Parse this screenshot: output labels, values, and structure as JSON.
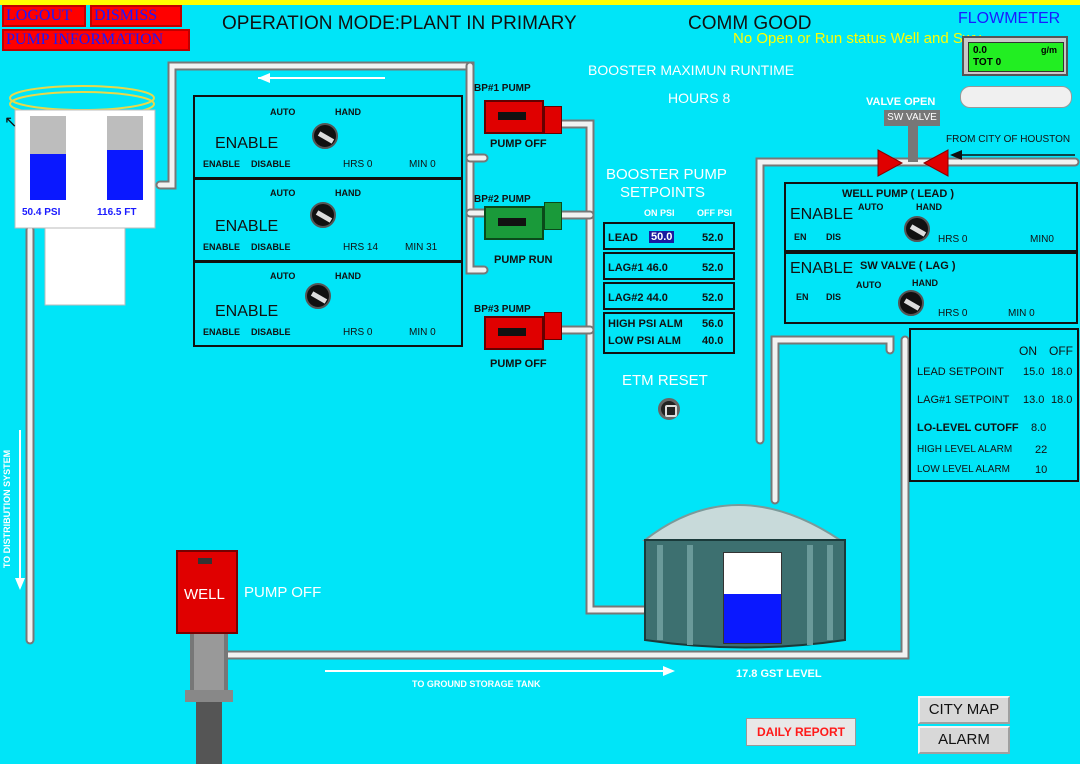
{
  "header": {
    "logout": "LOGOUT",
    "dismiss": "DISMISS",
    "pump_info": "PUMP INFORMATION",
    "operation_mode": "OPERATION MODE:PLANT IN PRIMARY",
    "comm": "COMM GOOD",
    "status_msg": "No Open or Run status Well and Swv",
    "flowmeter_title": "FLOWMETER"
  },
  "flowmeter": {
    "rate": "0.0",
    "unit": "g/m",
    "tot": "TOT 0"
  },
  "booster": {
    "max_runtime": "BOOSTER MAXIMUN RUNTIME",
    "hours": "HOURS 8"
  },
  "valve": {
    "open_label": "VALVE OPEN",
    "sw_valve": "SW VALVE",
    "from_city": "FROM CITY OF HOUSTON"
  },
  "gauge": {
    "psi": "50.4 PSI",
    "ft": "116.5 FT",
    "psi_level": 0.55,
    "ft_level": 0.6
  },
  "pumps": [
    {
      "auto": "AUTO",
      "hand": "HAND",
      "enable": "ENABLE",
      "en": "ENABLE",
      "dis": "DISABLE",
      "hrs": "HRS 0",
      "min": "MIN 0",
      "tag": "BP#1 PUMP",
      "state": "PUMP OFF"
    },
    {
      "auto": "AUTO",
      "hand": "HAND",
      "enable": "ENABLE",
      "en": "ENABLE",
      "dis": "DISABLE",
      "hrs": "HRS 14",
      "min": "MIN 31",
      "tag": "BP#2 PUMP",
      "state": "PUMP RUN"
    },
    {
      "auto": "AUTO",
      "hand": "HAND",
      "enable": "ENABLE",
      "en": "ENABLE",
      "dis": "DISABLE",
      "hrs": "HRS 0",
      "min": "MIN 0",
      "tag": "BP#3 PUMP",
      "state": "PUMP OFF"
    }
  ],
  "setpoints": {
    "title1": "BOOSTER PUMP",
    "title2": "SETPOINTS",
    "on_psi": "ON PSI",
    "off_psi": "OFF PSI",
    "rows": [
      {
        "label": "LEAD",
        "on": "50.0",
        "off": "52.0"
      },
      {
        "label": "LAG#1 46.0",
        "on": "",
        "off": "52.0"
      },
      {
        "label": "LAG#2 44.0",
        "on": "",
        "off": "52.0"
      },
      {
        "label": "HIGH PSI ALM",
        "on": "",
        "off": "56.0"
      },
      {
        "label": "LOW PSI ALM",
        "on": "",
        "off": "40.0"
      }
    ],
    "etm_reset": "ETM RESET"
  },
  "well_panel": {
    "lead_title": "WELL PUMP ( LEAD )",
    "lead_enable": "ENABLE",
    "lead_auto": "AUTO",
    "lead_hand": "HAND",
    "lead_en": "EN",
    "lead_dis": "DIS",
    "lead_hrs": "HRS 0",
    "lead_min": "MIN0",
    "lag_enable": "ENABLE",
    "lag_title": "SW VALVE ( LAG )",
    "lag_auto": "AUTO",
    "lag_hand": "HAND",
    "lag_en": "EN",
    "lag_dis": "DIS",
    "lag_hrs": "HRS 0",
    "lag_min": "MIN 0"
  },
  "levels": {
    "on": "ON",
    "off": "OFF",
    "lead_sp": "LEAD SETPOINT",
    "lead_on": "15.0",
    "lead_off": "18.0",
    "lag_sp": "LAG#1 SETPOINT",
    "lag_on": "13.0",
    "lag_off": "18.0",
    "lo_cut": "LO-LEVEL CUTOFF",
    "lo_cut_val": "8.0",
    "high_alarm": "HIGH LEVEL ALARM",
    "high_val": "22",
    "low_alarm": "LOW LEVEL ALARM",
    "low_val": "10"
  },
  "well": {
    "label": "WELL",
    "state": "PUMP OFF"
  },
  "labels": {
    "to_dist": "TO DISTRIBUTION SYSTEM",
    "to_gst": "TO GROUND STORAGE TANK",
    "gst_level": "17.8 GST LEVEL"
  },
  "gst": {
    "level_fraction": 0.55
  },
  "buttons": {
    "daily": "DAILY REPORT",
    "city_map": "CITY MAP",
    "alarm": "ALARM"
  }
}
